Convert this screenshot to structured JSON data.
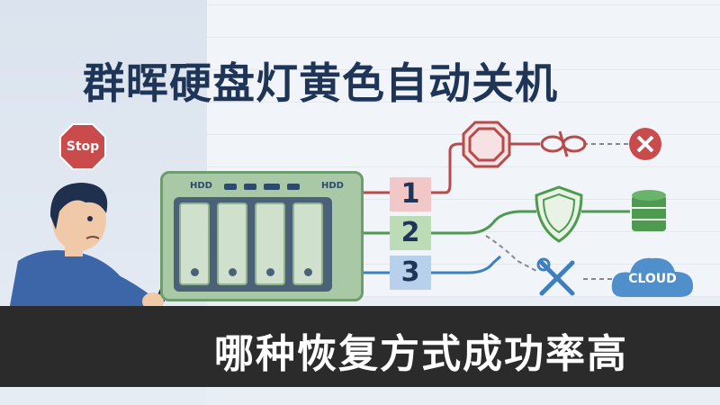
{
  "title": "群晖硬盘灯黄色自动关机",
  "subtitle": "哪种恢复方式成功率高",
  "stop_sign": {
    "label": "Stop",
    "color": "#c94b4b"
  },
  "nas": {
    "left_tag": "HDD",
    "right_tag": "HDD",
    "bay_count": 4
  },
  "options": [
    {
      "label": "1",
      "color": "#f1c7c7",
      "line_color": "#b84a4a",
      "icons": [
        "stop-octagon-icon",
        "broken-chain-icon",
        "error-x-icon"
      ]
    },
    {
      "label": "2",
      "color": "#bcdcb8",
      "line_color": "#4e9a50",
      "icons": [
        "shield-icon",
        "database-icon"
      ]
    },
    {
      "label": "3",
      "color": "#b7d1ec",
      "line_color": "#3e7fc0",
      "icons": [
        "tools-icon",
        "cloud-icon"
      ]
    }
  ],
  "cloud_label": "CLOUD",
  "colors": {
    "title": "#1f3557",
    "bottom_band": "#2b2b2b",
    "red": "#c94b4b",
    "green": "#4e9a50",
    "blue": "#3e7fc0"
  }
}
